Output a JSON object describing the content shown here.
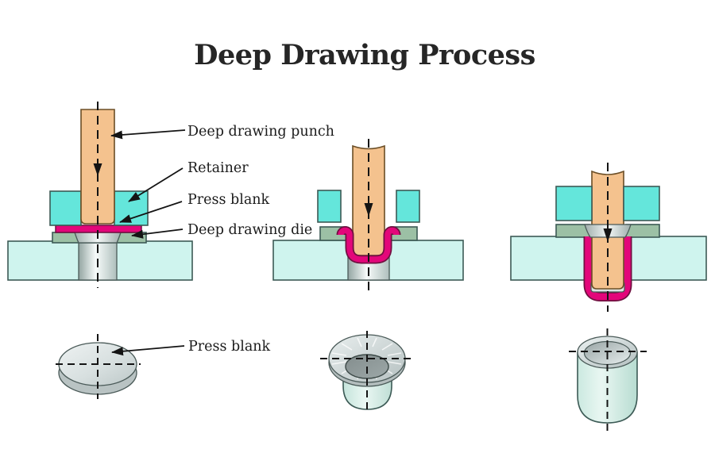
{
  "title": "Deep Drawing Process",
  "labels": {
    "punch": "Deep drawing punch",
    "retainer": "Retainer",
    "press_blank": "Press blank",
    "die": "Deep drawing die",
    "press_blank_bottom": "Press blank"
  },
  "colors": {
    "punch": "#F4C28E",
    "retainer": "#64E6DB",
    "die_ring": "#9CC0A5",
    "die_block": "#CFF4EE",
    "blank": "#E3067A",
    "blank_outline": "#701040",
    "steel_light": "#F2F6F5",
    "steel_dark": "#9FAEAC",
    "line": "#141414",
    "text": "#1B1B1B"
  }
}
